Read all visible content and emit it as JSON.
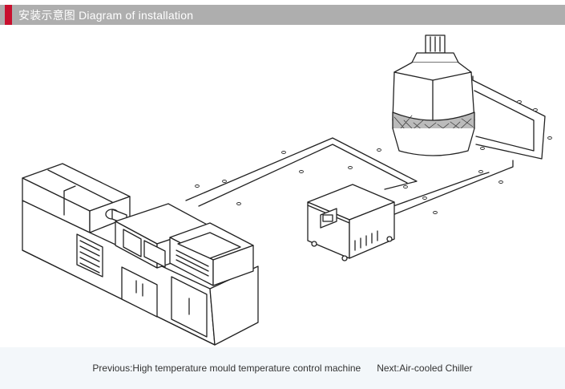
{
  "header": {
    "title": "安装示意图 Diagram of installation",
    "accent_color": "#c8102e",
    "bar_color": "#aeaeae"
  },
  "footer": {
    "previous": "Previous:High temperature mould temperature control machine",
    "next": "Next:Air-cooled Chiller"
  }
}
